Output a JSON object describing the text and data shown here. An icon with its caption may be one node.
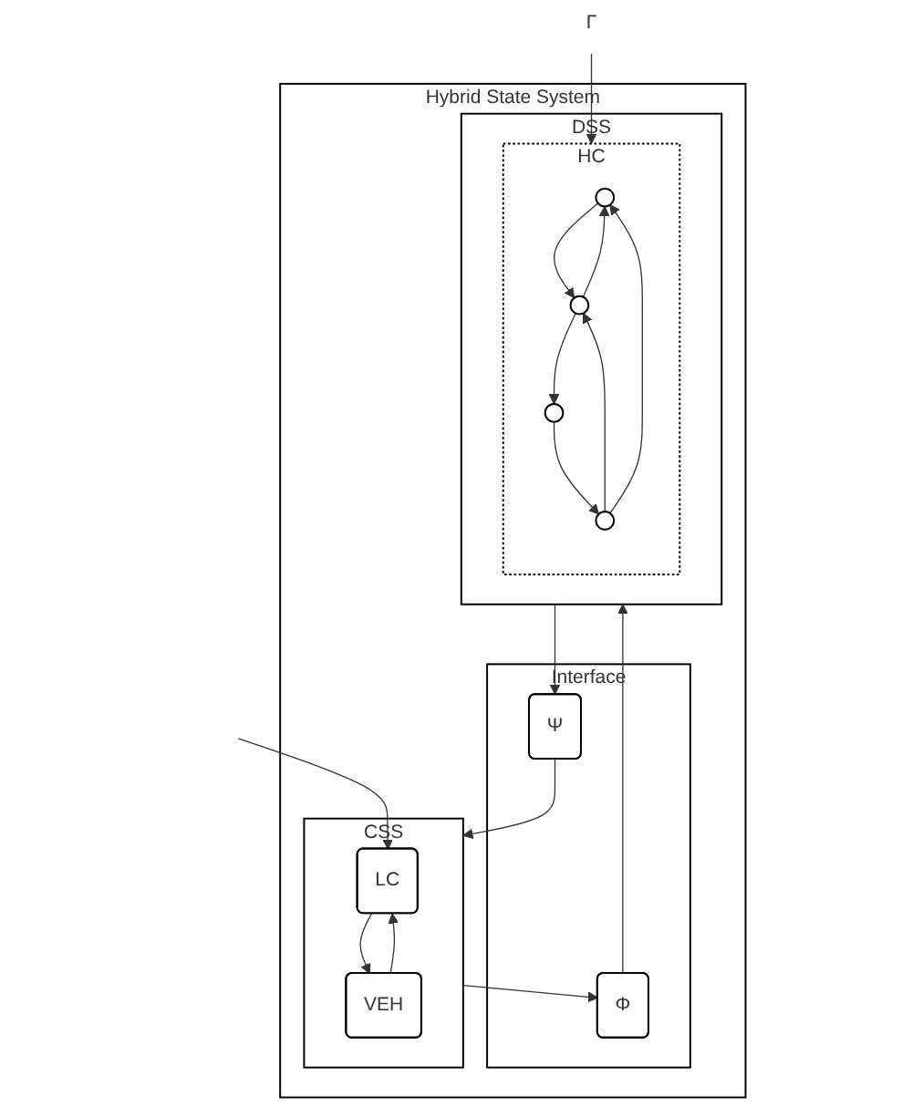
{
  "diagram": {
    "nodes": [
      {
        "text": [
          "Hybrid State System"
        ]
      },
      {
        "text": [
          "DSS"
        ],
        "in": 0
      },
      {
        "text": [
          "HC"
        ],
        "in": 1
      },
      {
        "text": [],
        "shape": "circle",
        "in": 2
      },
      {
        "text": [],
        "shape": "circle",
        "in": 2
      },
      {
        "text": [],
        "shape": "circle",
        "in": 2
      },
      {
        "text": [],
        "shape": "circle",
        "in": 2
      },
      {
        "text": [
          "Interface"
        ],
        "in": 0
      },
      {
        "text": [
          "Φ"
        ],
        "in": 7
      },
      {
        "text": [
          "Ψ"
        ],
        "in": 7
      },
      {
        "text": [
          "CSS"
        ],
        "in": 0
      },
      {
        "text": [
          "LC"
        ],
        "in": 10
      },
      {
        "text": [
          "VEH"
        ],
        "in": 10
      },
      {
        "text": [
          "Γ"
        ]
      }
    ],
    "edges": [
      {
        "from": 3,
        "to": 4,
        "arrow": "to"
      },
      {
        "from": 4,
        "to": 3,
        "arrow": "to"
      },
      {
        "from": 5,
        "to": 4,
        "arrow": "to"
      },
      {
        "from": 5,
        "to": 3,
        "arrow": "to"
      },
      {
        "from": 4,
        "to": 6,
        "arrow": "to"
      },
      {
        "from": 6,
        "to": 5,
        "arrow": "to"
      },
      {
        "from": 13,
        "to": 2,
        "arrow": "to"
      },
      {
        "from": 8,
        "to": 1,
        "arrow": "to"
      },
      {
        "from": 1,
        "to": 9,
        "arrow": "to"
      },
      {
        "from": 10,
        "to": 8,
        "arrow": "to"
      },
      {
        "from": 9,
        "to": 10,
        "arrow": "to"
      },
      {
        "from": null,
        "to": 11,
        "arrow": "to"
      },
      {
        "from": 11,
        "to": 12,
        "arrow": "to"
      },
      {
        "from": 12,
        "to": 11,
        "arrow": "to"
      }
    ]
  }
}
